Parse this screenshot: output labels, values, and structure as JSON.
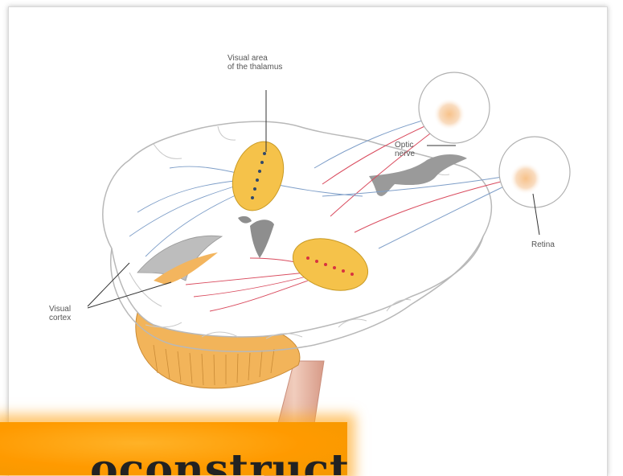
{
  "diagram": {
    "labels": {
      "thalamus": "Visual area\nof the thalamus",
      "optic_nerve": "Optic\nnerve",
      "retina": "Retina",
      "visual_cortex": "Visual\ncortex"
    },
    "colors": {
      "brain": "#ffffff",
      "cerebellum": "#f0b24a",
      "brainstem": "#e8b9a6",
      "thalamus_fill": "#f5c24a",
      "nerve_blue": "#7e9ec8",
      "nerve_red": "#d94b5e"
    }
  },
  "banner": {
    "text": "oconstruct",
    "color": "#ff9a00"
  }
}
